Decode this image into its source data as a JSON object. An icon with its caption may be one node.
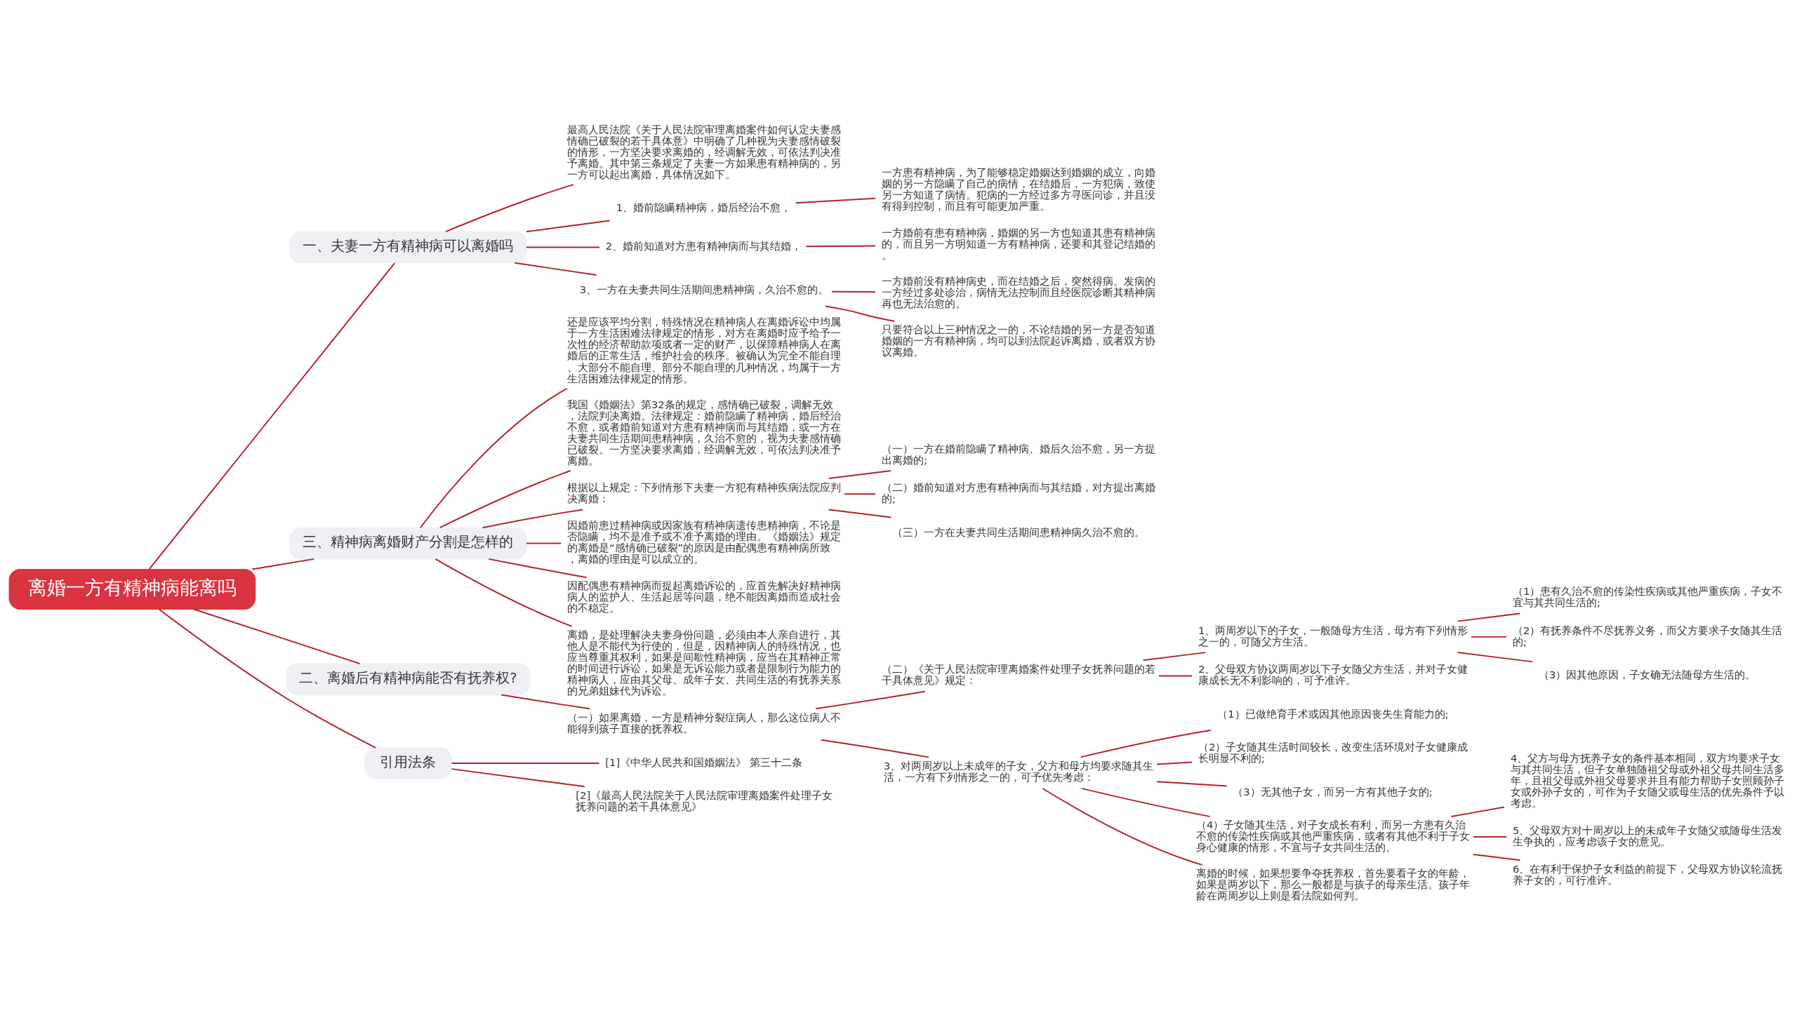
{
  "diagram": {
    "nodes": [
      {
        "text": [
          "离婚一方有精神病能离吗"
        ]
      },
      {
        "text": [
          "一、夫妻一方有精神病可以离婚吗"
        ]
      },
      {
        "text": [
          "最高人民法院《关于人民法院审理离婚案件如何认定夫妻感情确已破裂的若干具体意》中明确了几种视为夫妻感情破裂的情形，一方坚决要求离婚的，经调解无效，可依法判决准予离婚。其中第三条规定了夫妻一方如果患有精神病的，另一方可以起出离婚，具体情况如下。"
        ]
      },
      {
        "text": [
          "1、婚前隐瞒精神病，婚后经治不愈，"
        ]
      },
      {
        "text": [
          "一方患有精神病，为了能够稳定婚姻达到婚姻的成立，向婚姻的另一方隐瞒了自己的病情，在结婚后，一方犯病，致使另一方知道了病情。犯病的一方经过多方寻医问诊，并且没有得到控制，而且有可能更加严重。"
        ]
      },
      {
        "text": [
          "2、婚前知道对方患有精神病而与其结婚，"
        ]
      },
      {
        "text": [
          "一方婚前有患有精神病，婚姻的另一方也知道其患有精神病的，而且另一方明知道一方有精神病，还要和其登记结婚的。"
        ]
      },
      {
        "text": [
          "3、一方在夫妻共同生活期间患精神病，久治不愈的。"
        ]
      },
      {
        "text": [
          "一方婚前没有精神病史，而在结婚之后，突然得病。发病的一方经过多处诊治，病情无法控制而且经医院诊断其精神病再也无法治愈的。"
        ]
      },
      {
        "text": [
          "只要符合以上三种情况之一的，不论结婚的另一方是否知道婚姻的一方有精神病，均可以到法院起诉离婚，或者双方协议离婚。"
        ]
      },
      {
        "text": [
          "三、精神病离婚财产分割是怎样的"
        ]
      },
      {
        "text": [
          "还是应该平均分割，特殊情况在精神病人在离婚诉讼中均属于一方生活困难法律规定的情形，对方在离婚时应予给予一次性的经济帮助款项或者一定的财产，以保障精神病人在离婚后的正常生活，维护社会的秩序。被确认为完全不能自理、大部分不能自理、部分不能自理的几种情况，均属于一方生活困难法律规定的情形。"
        ]
      },
      {
        "text": [
          "我国《婚姻法》第32条的规定，感情确已破裂，调解无效，法院判决离婚。法律规定：婚前隐瞒了精神病，婚后经治不愈，或者婚前知道对方患有精神病而与其结婚，或一方在夫妻共同生活期间患精神病，久治不愈的，视为夫妻感情确已破裂。一方坚决要求离婚，经调解无效，可依法判决准予离婚。"
        ]
      },
      {
        "text": [
          "根据以上规定：下列情形下夫妻一方犯有精神疾病法院应判决离婚："
        ]
      },
      {
        "text": [
          "（一）一方在婚前隐瞒了精神病、婚后久治不愈，另一方提出离婚的;"
        ]
      },
      {
        "text": [
          "（二）婚前知道对方患有精神病而与其结婚，对方提出离婚的;"
        ]
      },
      {
        "text": [
          "（三）一方在夫妻共同生活期间患精神病久治不愈的。"
        ]
      },
      {
        "text": [
          "因婚前患过精神病或因家族有精神病遗传患精神病，不论是否隐瞒，均不是准予或不准予离婚的理由。《婚姻法》规定的离婚是“感情确已破裂”的原因是由配偶患有精神病所致，离婚的理由是可以成立的。"
        ]
      },
      {
        "text": [
          "因配偶患有精神病而提起离婚诉讼的，应首先解决好精神病病人的监护人、生活起居等问题，绝不能因离婚而造成社会的不稳定。"
        ]
      },
      {
        "text": [
          "离婚，是处理解决夫妻身份问题，必须由本人亲自进行，其他人是不能代为行使的，但是，因精神病人的特殊情况，也应当尊重其权利，如果是间歇性精神病，应当在其精神正常的时间进行诉讼，如果是无诉讼能力或者是限制行为能力的精神病人，应由其父母、成年子女、共同生活的有抚养关系的兄弟姐妹代为诉讼。"
        ]
      },
      {
        "text": [
          "二、离婚后有精神病能否有抚养权?"
        ]
      },
      {
        "text": [
          "（一）如果离婚，一方是精神分裂症病人，那么这位病人不能得到孩子直接的抚养权。"
        ]
      },
      {
        "text": [
          "（二）《关于人民法院审理离婚案件处理子女抚养问题的若干具体意见》规定："
        ]
      },
      {
        "text": [
          "1、两周岁以下的子女，一般随母方生活，母方有下列情形之一的，可随父方生活。"
        ]
      },
      {
        "text": [
          "（1）患有久治不愈的传染性疾病或其他严重疾病，子女不宜与其共同生活的;"
        ]
      },
      {
        "text": [
          "（2）有抚养条件不尽抚养义务，而父方要求子女随其生活的;"
        ]
      },
      {
        "text": [
          "（3）因其他原因，子女确无法随母方生活的。"
        ]
      },
      {
        "text": [
          "2、父母双方协议两周岁以下子女随父方生活，并对子女健康成长无不利影响的，可予准许。"
        ]
      },
      {
        "text": [
          "3、对两周岁以上未成年的子女，父方和母方均要求随其生活，一方有下列情形之一的，可予优先考虑："
        ]
      },
      {
        "text": [
          "（1）已做绝育手术或因其他原因丧失生育能力的;"
        ]
      },
      {
        "text": [
          "（2）子女随其生活时间较长，改变生活环境对子女健康成长明显不利的;"
        ]
      },
      {
        "text": [
          "（3）无其他子女，而另一方有其他子女的;"
        ]
      },
      {
        "text": [
          "（4）子女随其生活，对子女成长有利，而另一方患有久治不愈的传染性疾病或其他严重疾病，或者有其他不利于子女身心健康的情形，不宜与子女共同生活的。"
        ]
      },
      {
        "text": [
          "4、父方与母方抚养子女的条件基本相同，双方均要求子女与其共同生活，但子女单独随祖父母或外祖父母共同生活多年，且祖父母或外祖父母要求并且有能力帮助子女照顾孙子女或外孙子女的，可作为子女随父或母生活的优先条件予以考虑。"
        ]
      },
      {
        "text": [
          "5、父母双方对十周岁以上的未成年子女随父或随母生活发生争执的，应考虑该子女的意见。"
        ]
      },
      {
        "text": [
          "6、在有利于保护子女利益的前提下，父母双方协议轮流抚养子女的，可行准许。"
        ]
      },
      {
        "text": [
          "离婚的时候，如果想要争夺抚养权，首先要看子女的年龄，如果是两岁以下，那么一般都是与孩子的母亲生活。孩子年龄在两周岁以上则是看法院如何判。"
        ]
      },
      {
        "text": [
          "引用法条"
        ]
      },
      {
        "text": [
          "[1]《中华人民共和国婚姻法》 第三十二条"
        ]
      },
      {
        "text": [
          "[2]《最高人民法院关于人民法院审理离婚案件处理子女抚养问题的若干具体意见》"
        ]
      }
    ],
    "edges": [
      {
        "from": 0,
        "to": 1,
        "arrow": "none"
      },
      {
        "from": 1,
        "to": 2,
        "arrow": "none"
      },
      {
        "from": 1,
        "to": 3,
        "arrow": "none"
      },
      {
        "from": 1,
        "to": 5,
        "arrow": "none"
      },
      {
        "from": 1,
        "to": 7,
        "arrow": "none"
      },
      {
        "from": 3,
        "to": 4,
        "arrow": "none"
      },
      {
        "from": 5,
        "to": 6,
        "arrow": "none"
      },
      {
        "from": 7,
        "to": 8,
        "arrow": "none"
      },
      {
        "from": 7,
        "to": 9,
        "arrow": "none"
      },
      {
        "from": 0,
        "to": 10,
        "arrow": "none"
      },
      {
        "from": 10,
        "to": 11,
        "arrow": "none"
      },
      {
        "from": 10,
        "to": 12,
        "arrow": "none"
      },
      {
        "from": 10,
        "to": 13,
        "arrow": "none"
      },
      {
        "from": 10,
        "to": 17,
        "arrow": "none"
      },
      {
        "from": 10,
        "to": 18,
        "arrow": "none"
      },
      {
        "from": 10,
        "to": 19,
        "arrow": "none"
      },
      {
        "from": 13,
        "to": 14,
        "arrow": "none"
      },
      {
        "from": 13,
        "to": 15,
        "arrow": "none"
      },
      {
        "from": 13,
        "to": 16,
        "arrow": "none"
      },
      {
        "from": 0,
        "to": 20,
        "arrow": "none"
      },
      {
        "from": 20,
        "to": 21,
        "arrow": "none"
      },
      {
        "from": 21,
        "to": 22,
        "arrow": "none"
      },
      {
        "from": 21,
        "to": 28,
        "arrow": "none"
      },
      {
        "from": 22,
        "to": 23,
        "arrow": "none"
      },
      {
        "from": 22,
        "to": 27,
        "arrow": "none"
      },
      {
        "from": 23,
        "to": 24,
        "arrow": "none"
      },
      {
        "from": 23,
        "to": 25,
        "arrow": "none"
      },
      {
        "from": 23,
        "to": 26,
        "arrow": "none"
      },
      {
        "from": 28,
        "to": 29,
        "arrow": "none"
      },
      {
        "from": 28,
        "to": 30,
        "arrow": "none"
      },
      {
        "from": 28,
        "to": 31,
        "arrow": "none"
      },
      {
        "from": 28,
        "to": 32,
        "arrow": "none"
      },
      {
        "from": 28,
        "to": 36,
        "arrow": "none"
      },
      {
        "from": 32,
        "to": 33,
        "arrow": "none"
      },
      {
        "from": 32,
        "to": 34,
        "arrow": "none"
      },
      {
        "from": 32,
        "to": 35,
        "arrow": "none"
      },
      {
        "from": 0,
        "to": 37,
        "arrow": "none"
      },
      {
        "from": 37,
        "to": 38,
        "arrow": "none"
      },
      {
        "from": 37,
        "to": 39,
        "arrow": "none"
      }
    ]
  }
}
